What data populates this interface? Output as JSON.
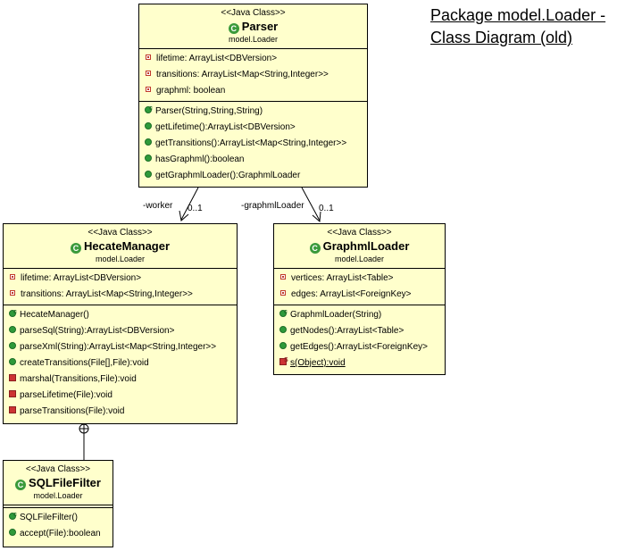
{
  "title": {
    "line1": "Package model.Loader -",
    "line2": "Class Diagram (old)"
  },
  "classes": {
    "parser": {
      "stereotype": "<<Java Class>>",
      "name": "Parser",
      "package": "model.Loader",
      "fields": [
        "lifetime: ArrayList<DBVersion>",
        "transitions: ArrayList<Map<String,Integer>>",
        "graphml: boolean"
      ],
      "ctor": "Parser(String,String,String)",
      "methods": [
        "getLifetime():ArrayList<DBVersion>",
        "getTransitions():ArrayList<Map<String,Integer>>",
        "hasGraphml():boolean",
        "getGraphmlLoader():GraphmlLoader"
      ]
    },
    "hecate": {
      "stereotype": "<<Java Class>>",
      "name": "HecateManager",
      "package": "model.Loader",
      "fields": [
        "lifetime: ArrayList<DBVersion>",
        "transitions: ArrayList<Map<String,Integer>>"
      ],
      "ctor": "HecateManager()",
      "methods": [
        "parseSql(String):ArrayList<DBVersion>",
        "parseXml(String):ArrayList<Map<String,Integer>>",
        "createTransitions(File[],File):void"
      ],
      "private_methods": [
        "marshal(Transitions,File):void",
        "parseLifetime(File):void",
        "parseTransitions(File):void"
      ]
    },
    "graphml": {
      "stereotype": "<<Java Class>>",
      "name": "GraphmlLoader",
      "package": "model.Loader",
      "fields": [
        "vertices: ArrayList<Table>",
        "edges: ArrayList<ForeignKey>"
      ],
      "ctor": "GraphmlLoader(String)",
      "methods": [
        "getNodes():ArrayList<Table>",
        "getEdges():ArrayList<ForeignKey>"
      ],
      "static_method": "s(Object):void"
    },
    "sqlfilter": {
      "stereotype": "<<Java Class>>",
      "name": "SQLFileFilter",
      "package": "model.Loader",
      "ctor": "SQLFileFilter()",
      "methods": [
        "accept(File):boolean"
      ]
    }
  },
  "associations": {
    "worker": {
      "role": "-worker",
      "mult": "0..1"
    },
    "graphml": {
      "role": "-graphmlLoader",
      "mult": "0..1"
    }
  },
  "icons": {
    "class": "class-icon",
    "field": "private-field-icon",
    "public_method": "public-method-icon",
    "private_method": "private-method-icon",
    "constructor": "constructor-icon",
    "nesting": "nested-class-anchor-icon"
  },
  "colors": {
    "class_fill": "#ffffcc",
    "public": "#2e9a3a",
    "private": "#cc3333"
  }
}
